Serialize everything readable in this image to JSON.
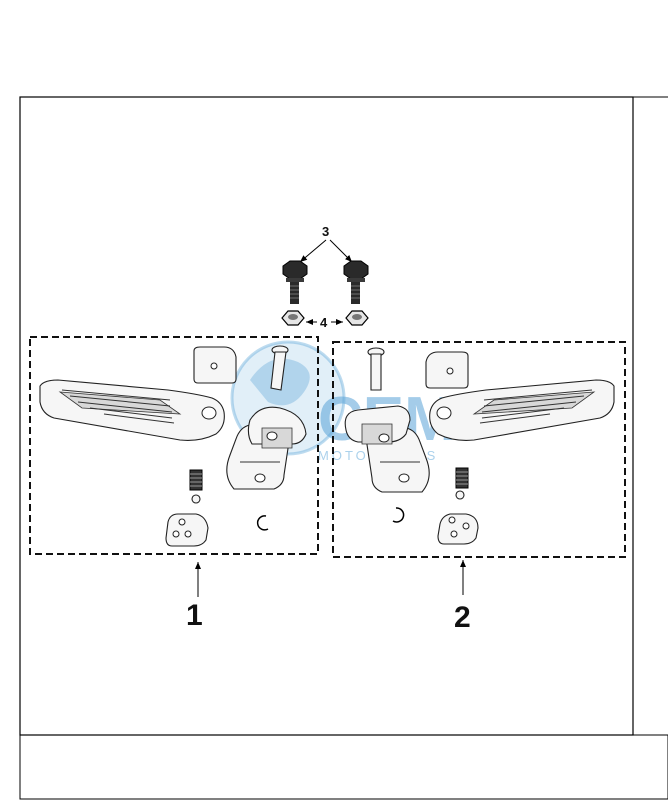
{
  "callouts": {
    "bolt": "3",
    "nut": "4",
    "assembly_left": "1",
    "assembly_right": "2"
  },
  "watermark": {
    "logo_text": "CEM",
    "sub_text": "MOTORPARTS",
    "color": "#5aa4d8"
  }
}
